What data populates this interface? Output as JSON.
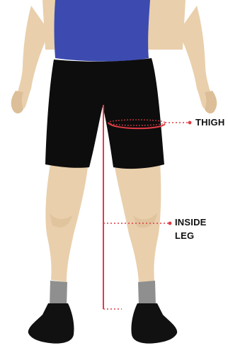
{
  "figure": {
    "subject": "person wearing black cycling shorts, front view, with measurement guides",
    "colors": {
      "skin": "#e9cfac",
      "skin_shade": "#dcbf98",
      "jersey": "#3d4bb0",
      "shorts": "#0d0d0d",
      "socks": "#8f8f8f",
      "shoes": "#111111",
      "guide": "#e03c46"
    },
    "guides": {
      "thigh": {
        "label": "THIGH"
      },
      "inside_leg": {
        "label_line1": "INSIDE",
        "label_line2": "LEG"
      }
    }
  }
}
